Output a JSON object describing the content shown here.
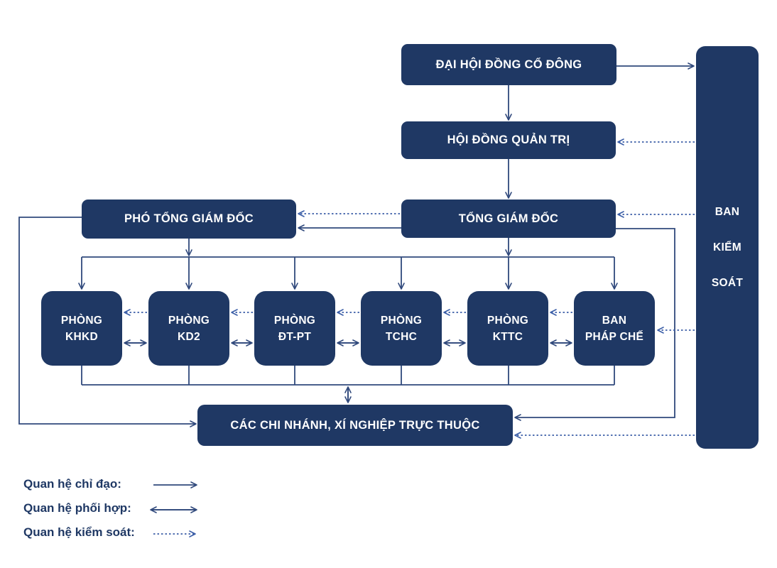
{
  "colors": {
    "box_fill": "#1f3864",
    "box_text": "#ffffff",
    "solid_line": "#30497c",
    "dotted_line": "#3c5fa8",
    "legend_text": "#1f3864"
  },
  "nodes": {
    "shareholders": {
      "label": "ĐẠI HỘI ĐỒNG CỔ ĐÔNG"
    },
    "board": {
      "label": "HỘI ĐỒNG QUẢN TRỊ"
    },
    "ceo": {
      "label": "TỔNG GIÁM ĐỐC"
    },
    "deputy_ceo": {
      "label": "PHÓ TỔNG GIÁM ĐỐC"
    },
    "supervisory_board": {
      "lines": [
        "BAN",
        "KIỂM",
        "SOÁT"
      ]
    },
    "khkd": {
      "line1": "PHÒNG",
      "line2": "KHKD"
    },
    "kd2": {
      "line1": "PHÒNG",
      "line2": "KD2"
    },
    "dtpt": {
      "line1": "PHÒNG",
      "line2": "ĐT-PT"
    },
    "tchc": {
      "line1": "PHÒNG",
      "line2": "TCHC"
    },
    "kttc": {
      "line1": "PHÒNG",
      "line2": "KTTC"
    },
    "phapche": {
      "line1": "BAN",
      "line2": "PHÁP CHẾ"
    },
    "branches": {
      "label": "CÁC CHI NHÁNH, XÍ NGHIỆP TRỰC THUỘC"
    }
  },
  "legend": {
    "items": [
      {
        "label": "Quan hệ chỉ đạo:",
        "relation": "solid-arrow"
      },
      {
        "label": "Quan hệ phối hợp:",
        "relation": "double-arrow"
      },
      {
        "label": "Quan hệ kiểm soát:",
        "relation": "dotted-arrow"
      }
    ]
  }
}
